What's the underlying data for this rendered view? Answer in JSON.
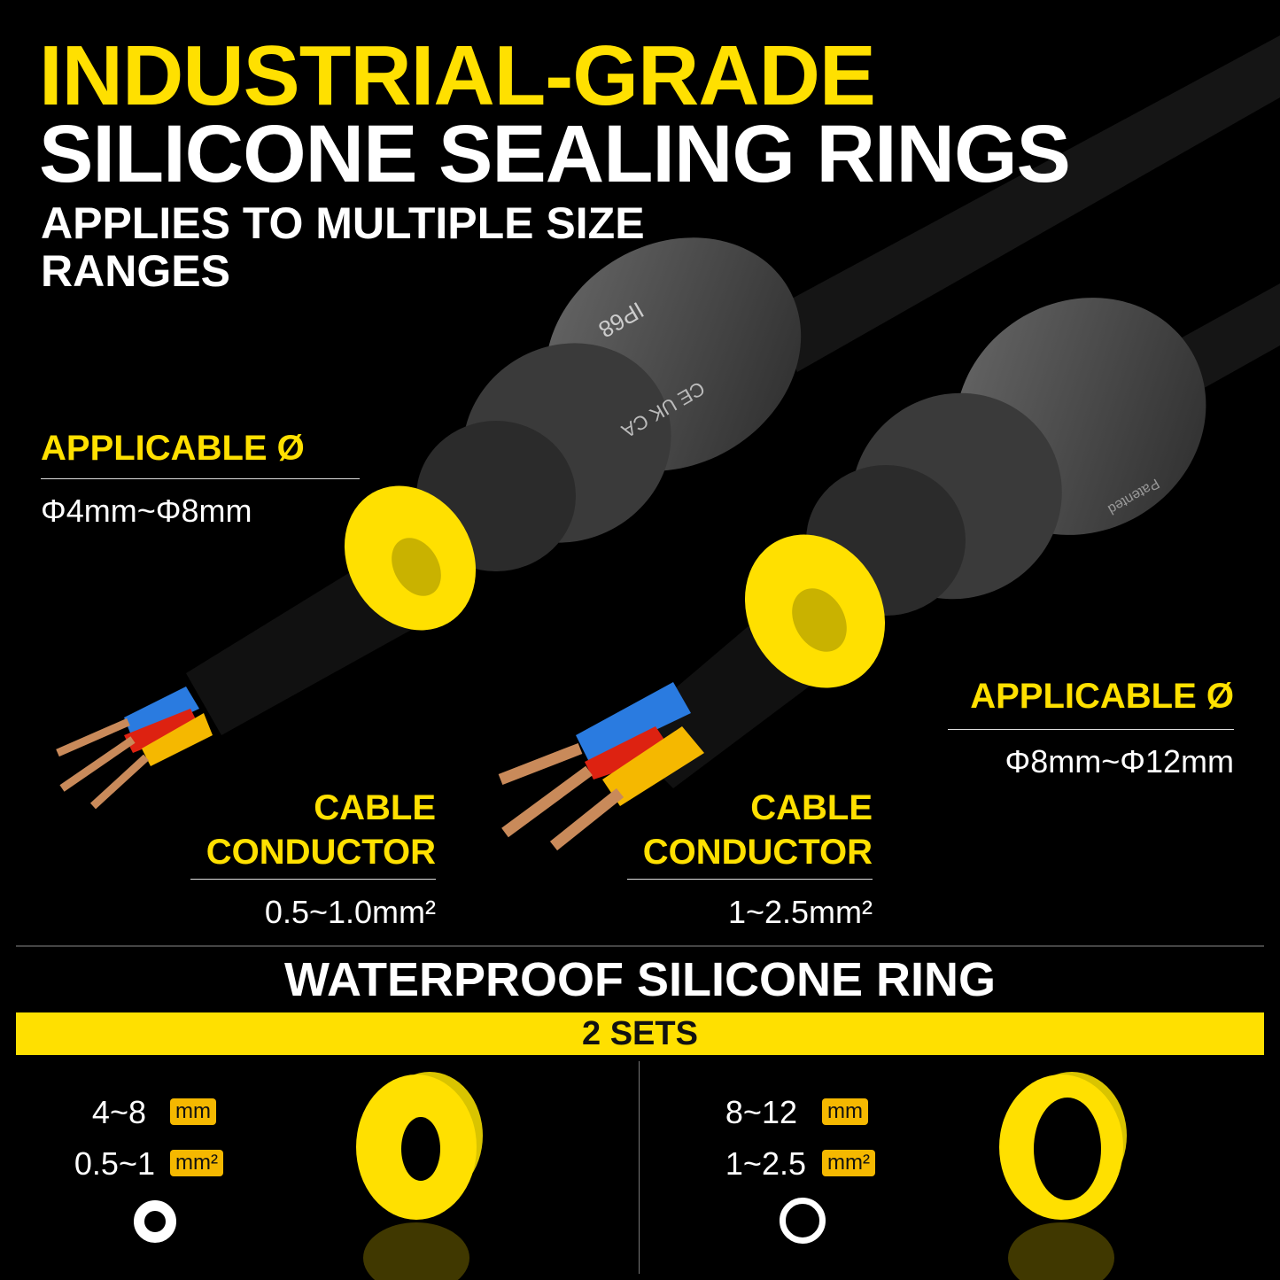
{
  "header": {
    "title_line1": "INDUSTRIAL-GRADE",
    "title_line2": "SILICONE SEALING RINGS",
    "subtitle": "APPLIES TO MULTIPLE SIZE RANGES"
  },
  "callouts": {
    "left_diameter": {
      "label": "APPLICABLE Ø",
      "value": "Φ4mm~Φ8mm"
    },
    "right_diameter": {
      "label": "APPLICABLE Ø",
      "value": "Φ8mm~Φ12mm"
    },
    "left_conductor": {
      "label_line1": "CABLE",
      "label_line2": "CONDUCTOR",
      "value": "0.5~1.0mm²"
    },
    "right_conductor": {
      "label_line1": "CABLE",
      "label_line2": "CONDUCTOR",
      "value": "1~2.5mm²"
    }
  },
  "product_marks": {
    "rating": "IP68",
    "left_certs": "CE UK CA",
    "right_text": "Patented"
  },
  "bottom": {
    "title": "WATERPROOF SILICONE RING",
    "band": "2 SETS",
    "sets": [
      {
        "diameter": "4~8",
        "diameter_unit": "mm",
        "conductor": "0.5~1",
        "conductor_unit": "mm²"
      },
      {
        "diameter": "8~12",
        "diameter_unit": "mm",
        "conductor": "1~2.5",
        "conductor_unit": "mm²"
      }
    ]
  },
  "colors": {
    "accent": "#ffe000",
    "unit_badge": "#f5b800",
    "background": "#000000"
  }
}
